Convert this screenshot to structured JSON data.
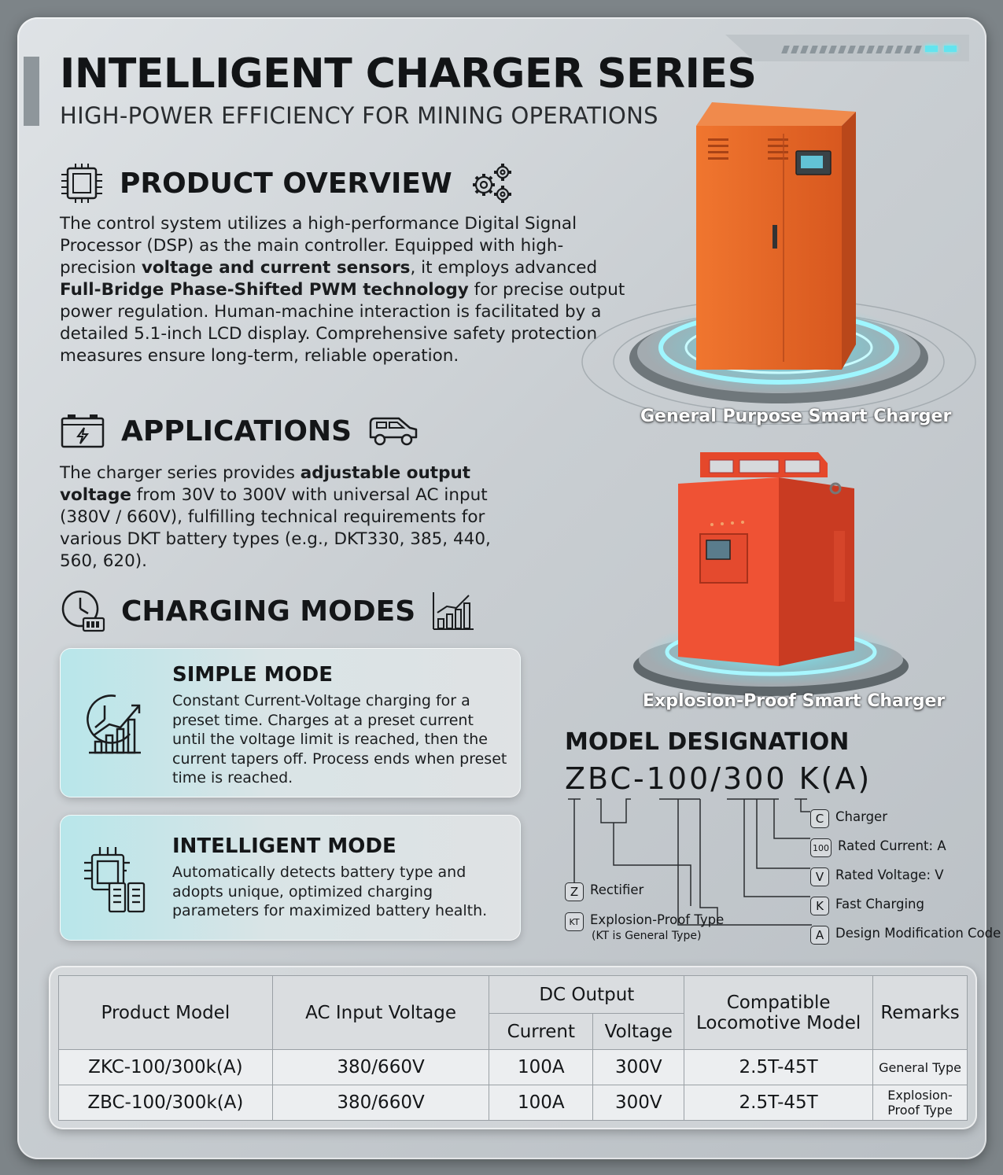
{
  "title": "INTELLIGENT CHARGER SERIES",
  "subtitle": "HIGH-POWER EFFICIENCY FOR MINING OPERATIONS",
  "overview": {
    "heading": "PRODUCT OVERVIEW",
    "p1": "The control system utilizes a high-performance Digital Signal Processor (DSP) as the main controller. Equipped with high-precision ",
    "b1": "voltage and current sensors",
    "p2": ", it employs advanced ",
    "b2": "Full-Bridge Phase-Shifted PWM technology",
    "p3": " for precise output power regulation. Human-machine interaction is facilitated by a detailed 5.1-inch LCD display. Comprehensive safety protection measures ensure long-term, reliable operation."
  },
  "applications": {
    "heading": "APPLICATIONS",
    "p1": "The charger series provides ",
    "b1": "adjustable output voltage",
    "p2": " from 30V to 300V with universal AC input (380V / 660V), fulfilling technical requirements for various DKT battery types (e.g., DKT330, 385, 440, 560, 620)."
  },
  "modes": {
    "heading": "CHARGING MODES",
    "simple": {
      "title": "SIMPLE MODE",
      "text": "Constant Current-Voltage charging for a preset time. Charges at a preset current until the voltage limit is reached, then the current tapers off. Process ends when preset time is reached."
    },
    "intelligent": {
      "title": "INTELLIGENT MODE",
      "text": "Automatically detects battery type and adopts unique, optimized charging parameters for maximized battery health."
    }
  },
  "products": {
    "general_label": "General Purpose Smart Charger",
    "explosion_label": "Explosion-Proof Smart Charger"
  },
  "model_designation": {
    "heading": "MODEL DESIGNATION",
    "code": "ZBC-100/300 K(A)",
    "right_items": [
      {
        "key": "C",
        "label": "Charger"
      },
      {
        "key": "100",
        "label": "Rated Current: A"
      },
      {
        "key": "V",
        "label": "Rated Voltage: V"
      },
      {
        "key": "K",
        "label": "Fast Charging"
      },
      {
        "key": "A",
        "label": "Design Modification Code"
      }
    ],
    "left_items": [
      {
        "key": "Z",
        "label": "Rectifier",
        "note": ""
      },
      {
        "key": "KT",
        "label": "Explosion-Proof Type",
        "note": "(KT is General Type)"
      }
    ]
  },
  "table": {
    "headers": {
      "model": "Product Model",
      "ac": "AC Input Voltage",
      "dc": "DC Output",
      "current": "Current",
      "voltage": "Voltage",
      "loco": "Compatible Locomotive Model",
      "remarks": "Remarks"
    },
    "rows": [
      {
        "model": "ZKC-100/300k(A)",
        "ac": "380/660V",
        "current": "100A",
        "voltage": "300V",
        "loco": "2.5T-45T",
        "remarks": "General Type"
      },
      {
        "model": "ZBC-100/300k(A)",
        "ac": "380/660V",
        "current": "100A",
        "voltage": "300V",
        "loco": "2.5T-45T",
        "remarks": "Explosion-Proof Type"
      }
    ]
  },
  "colors": {
    "cabinet_orange": "#e0632a",
    "cabinet_red": "#e8452a",
    "glow_cyan": "#5fe3f0",
    "card_tint": "#b8e6ea"
  }
}
